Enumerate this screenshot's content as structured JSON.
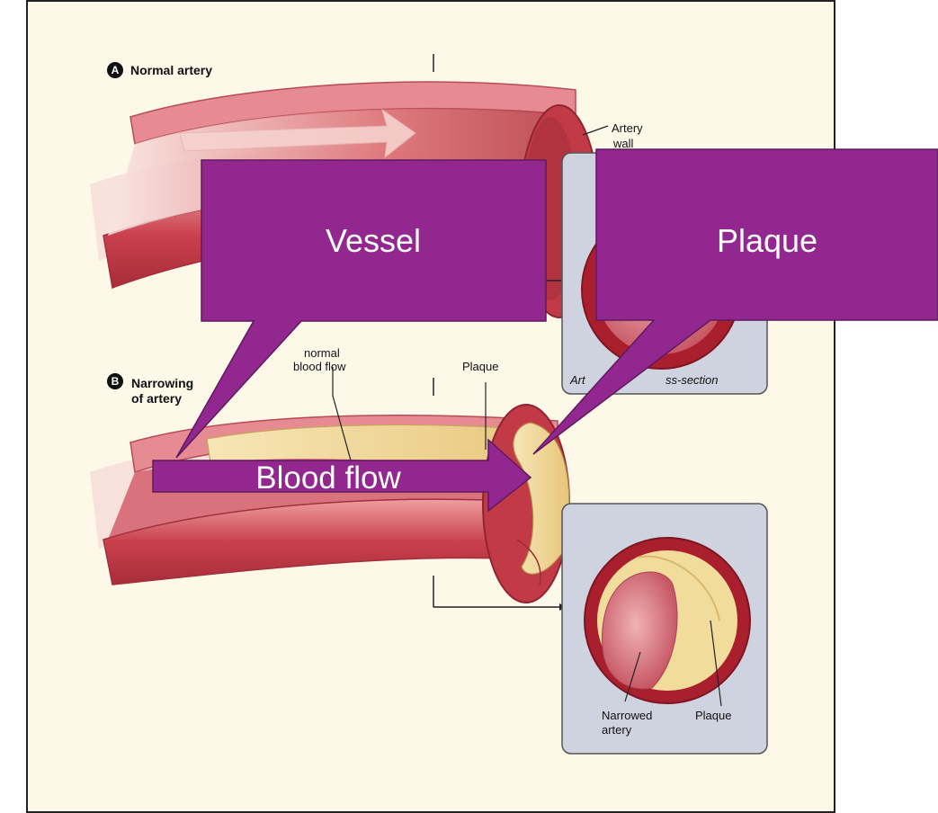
{
  "figure": {
    "panel_a": {
      "badge": "A",
      "title": "Normal artery"
    },
    "panel_b": {
      "badge": "B",
      "title_line1": "Narrowing",
      "title_line2": "of artery"
    },
    "labels": {
      "artery_wall_line1": "Artery",
      "artery_wall_line2": "wall",
      "abnormal_flow_line1": "normal",
      "abnormal_flow_line2": "blood flow",
      "plaque_top": "Plaque",
      "cross_section_a_left": "Art",
      "cross_section_a_right": "ss-section",
      "narrowed_line1": "Narrowed",
      "narrowed_line2": "artery",
      "plaque_bottom": "Plaque"
    }
  },
  "callouts": {
    "vessel": "Vessel",
    "plaque": "Plaque",
    "blood_flow": "Blood flow"
  },
  "colors": {
    "callout_fill": "#92278f",
    "panel_bg": "#fdf8e8",
    "inset_bg": "#cfd3e0",
    "vessel_dark": "#b8323e",
    "vessel_mid": "#d65a64",
    "vessel_light": "#f2b7b4",
    "plaque": "#f1dc9c"
  }
}
